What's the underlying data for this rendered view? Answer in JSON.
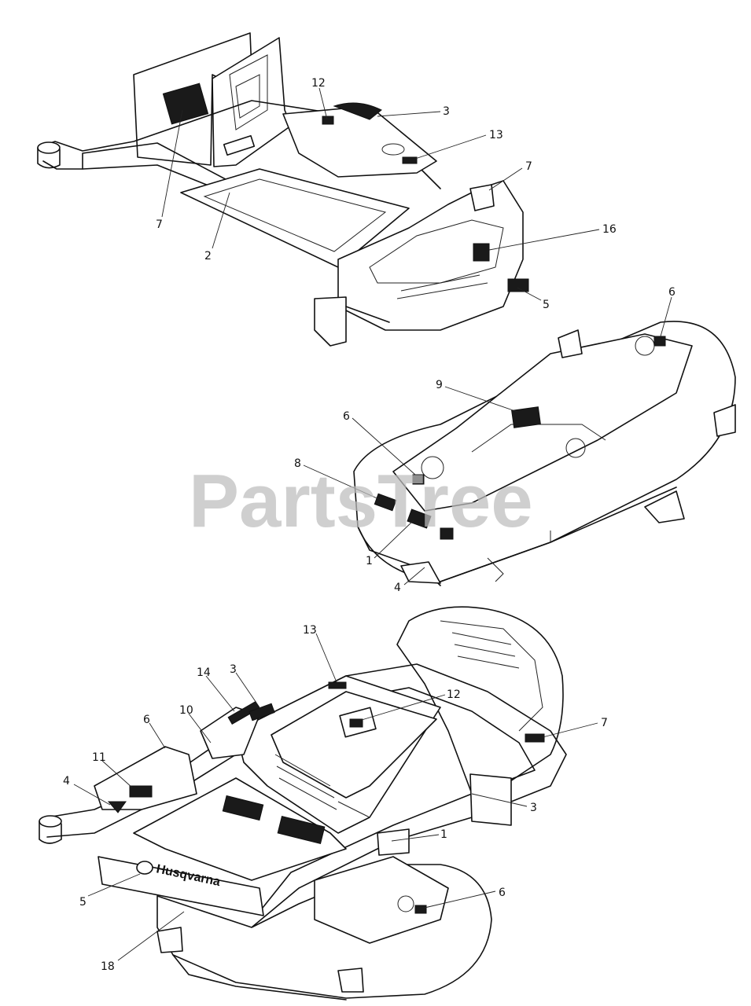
{
  "watermark": {
    "text": "PartsTree"
  },
  "callouts": {
    "top": [
      "12",
      "3",
      "13",
      "7",
      "7",
      "16",
      "2",
      "5"
    ],
    "middle": [
      "6",
      "9",
      "6",
      "8",
      "1",
      "4"
    ],
    "bottom": [
      "13",
      "3",
      "14",
      "12",
      "10",
      "6",
      "7",
      "11",
      "4",
      "3",
      "1",
      "5",
      "6",
      "18"
    ]
  },
  "decal_text": {
    "brand": "Husqvarna"
  }
}
